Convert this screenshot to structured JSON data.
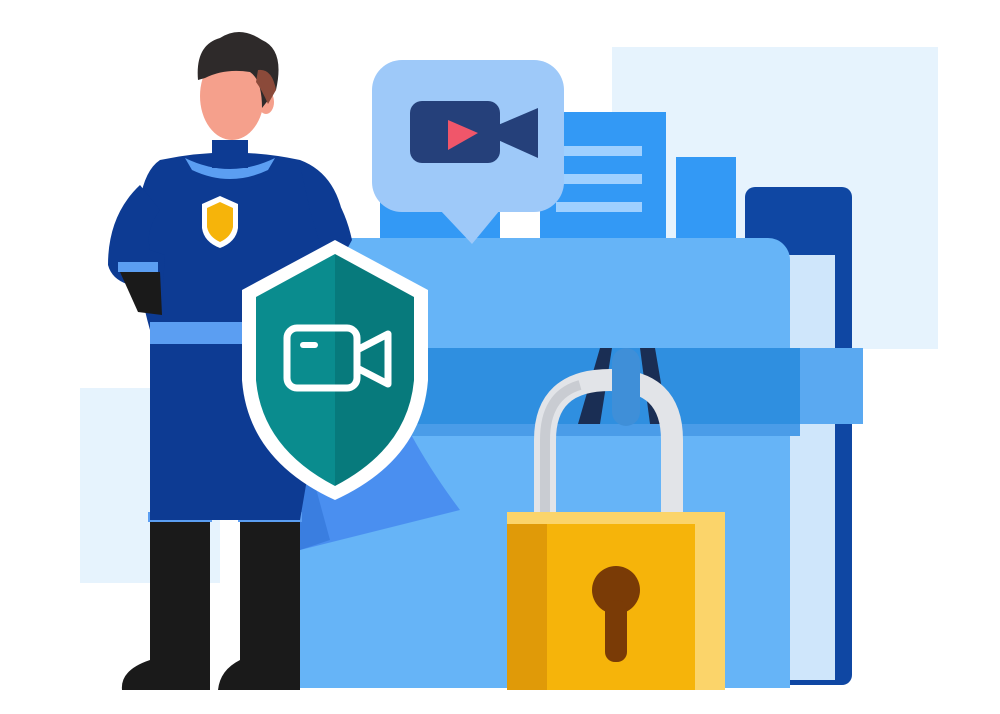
{
  "illustration": {
    "subject": "video-security-illustration",
    "elements": [
      "superhero-figure",
      "shield-with-video-camera",
      "video-chat-bubble",
      "folder",
      "padlock",
      "documents"
    ]
  },
  "colors": {
    "background": "#ffffff",
    "backdrop_light": "#e6f3fd",
    "folder_back": "#8fc7f8",
    "folder_front": "#66b4f7",
    "folder_strap": "#2f8fe0",
    "doc_blue": "#3399f5",
    "doc_dark": "#0f47a3",
    "hero_suit": "#0d3b93",
    "hero_accent": "#5b9ef2",
    "cape": "#4a8ff0",
    "shield_teal": "#0a8c8e",
    "shield_teal_dark": "#077a7c",
    "shield_rim": "#ffffff",
    "padlock_body": "#f6b40a",
    "padlock_shadow": "#e09a08",
    "padlock_shackle": "#e2e4e8",
    "keyhole": "#7a3b06",
    "bubble": "#9ec9f9",
    "camera_dark": "#25407a",
    "play_red": "#f0566a",
    "skin": "#f5a08c",
    "hair": "#2e2a2a"
  }
}
